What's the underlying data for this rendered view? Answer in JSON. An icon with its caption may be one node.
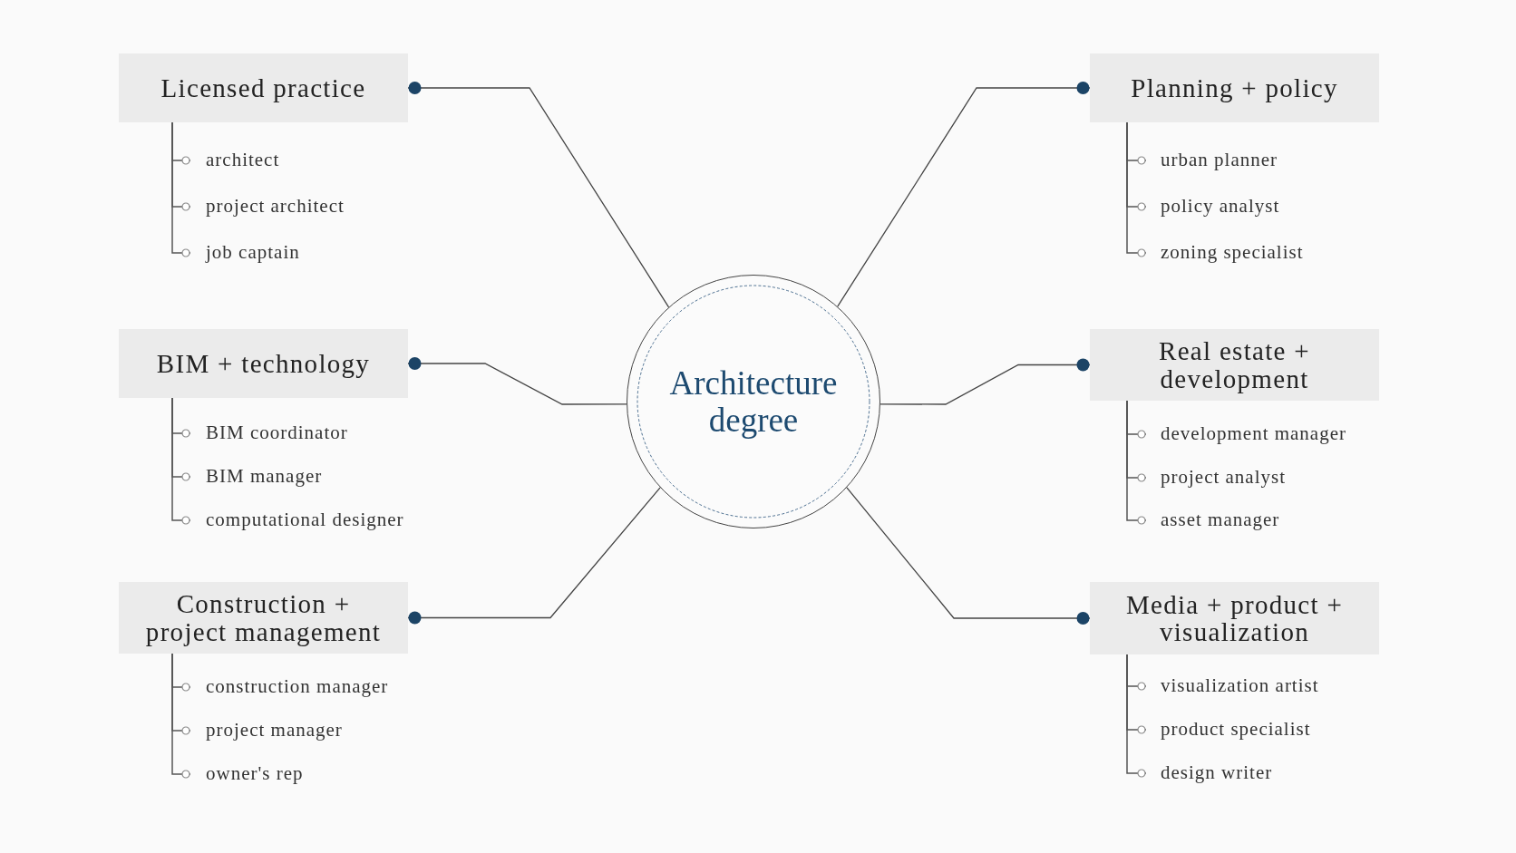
{
  "diagram": {
    "nodes": [
      {
        "text": [
          "Architecture degree"
        ]
      },
      {
        "text": [
          "Licensed practice"
        ]
      },
      {
        "text": [
          "architect"
        ]
      },
      {
        "text": [
          "project architect"
        ]
      },
      {
        "text": [
          "job captain"
        ]
      },
      {
        "text": [
          "Planning + policy"
        ]
      },
      {
        "text": [
          "urban planner"
        ]
      },
      {
        "text": [
          "policy analyst"
        ]
      },
      {
        "text": [
          "zoning specialist"
        ]
      },
      {
        "text": [
          "BIM + technology"
        ]
      },
      {
        "text": [
          "BIM coordinator"
        ]
      },
      {
        "text": [
          "BIM manager"
        ]
      },
      {
        "text": [
          "computational designer"
        ]
      },
      {
        "text": [
          "Real estate + development"
        ]
      },
      {
        "text": [
          "development manager"
        ]
      },
      {
        "text": [
          "project analyst"
        ]
      },
      {
        "text": [
          "asset manager"
        ]
      },
      {
        "text": [
          "Construction + project management"
        ]
      },
      {
        "text": [
          "construction manager"
        ]
      },
      {
        "text": [
          "project manager"
        ]
      },
      {
        "text": [
          "owner's rep"
        ]
      },
      {
        "text": [
          "Media + product + visualization"
        ]
      },
      {
        "text": [
          "visualization artist"
        ]
      },
      {
        "text": [
          "product specialist"
        ]
      },
      {
        "text": [
          "design writer"
        ]
      }
    ],
    "edges": [
      {
        "from": 0,
        "to": 1,
        "arrow": "other"
      },
      {
        "from": 0,
        "to": 5,
        "arrow": "other"
      },
      {
        "from": 0,
        "to": 9,
        "arrow": "other"
      },
      {
        "from": 0,
        "to": 13,
        "arrow": "other"
      },
      {
        "from": 0,
        "to": 17,
        "arrow": "other"
      },
      {
        "from": 0,
        "to": 21,
        "arrow": "other"
      },
      {
        "from": 1,
        "to": 2,
        "arrow": "other"
      },
      {
        "from": 1,
        "to": 3,
        "arrow": "other"
      },
      {
        "from": 1,
        "to": 4,
        "arrow": "other"
      },
      {
        "from": 5,
        "to": 6,
        "arrow": "other"
      },
      {
        "from": 5,
        "to": 7,
        "arrow": "other"
      },
      {
        "from": 5,
        "to": 8,
        "arrow": "other"
      },
      {
        "from": 9,
        "to": 10,
        "arrow": "other"
      },
      {
        "from": 9,
        "to": 11,
        "arrow": "other"
      },
      {
        "from": 9,
        "to": 12,
        "arrow": "other"
      },
      {
        "from": 13,
        "to": 14,
        "arrow": "other"
      },
      {
        "from": 13,
        "to": 15,
        "arrow": "other"
      },
      {
        "from": 13,
        "to": 16,
        "arrow": "other"
      },
      {
        "from": 17,
        "to": 18,
        "arrow": "other"
      },
      {
        "from": 17,
        "to": 19,
        "arrow": "other"
      },
      {
        "from": 17,
        "to": 20,
        "arrow": "other"
      },
      {
        "from": 21,
        "to": 22,
        "arrow": "other"
      },
      {
        "from": 21,
        "to": 23,
        "arrow": "other"
      },
      {
        "from": 21,
        "to": 24,
        "arrow": "other"
      }
    ]
  }
}
